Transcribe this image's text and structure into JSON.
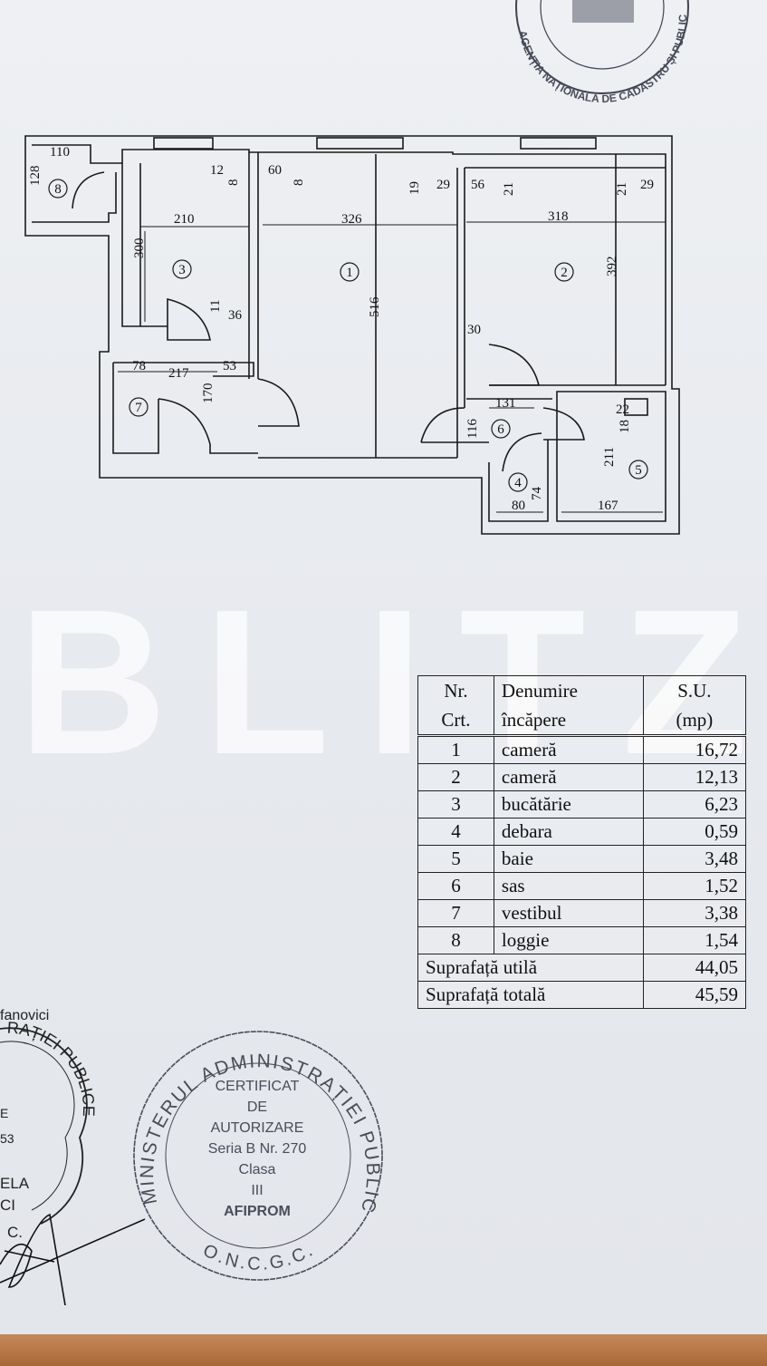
{
  "watermark": "BLITZ",
  "plan": {
    "rooms": [
      {
        "label": "1"
      },
      {
        "label": "2"
      },
      {
        "label": "3"
      },
      {
        "label": "4"
      },
      {
        "label": "5"
      },
      {
        "label": "6"
      },
      {
        "label": "7"
      },
      {
        "label": "8"
      }
    ],
    "dimensions": [
      "110",
      "128",
      "12",
      "8",
      "60",
      "8",
      "19",
      "29",
      "56",
      "21",
      "21",
      "29",
      "210",
      "326",
      "318",
      "300",
      "516",
      "392",
      "11",
      "36",
      "30",
      "78",
      "217",
      "53",
      "131",
      "22",
      "18",
      "170",
      "116",
      "211",
      "80",
      "74",
      "167"
    ]
  },
  "table": {
    "headers": {
      "nr_line1": "Nr.",
      "nr_line2": "Crt.",
      "name_line1": "Denumire",
      "name_line2": "încăpere",
      "su_line1": "S.U.",
      "su_line2": "(mp)"
    },
    "rows": [
      {
        "nr": "1",
        "name": "cameră",
        "su": "16,72"
      },
      {
        "nr": "2",
        "name": "cameră",
        "su": "12,13"
      },
      {
        "nr": "3",
        "name": "bucătărie",
        "su": "6,23"
      },
      {
        "nr": "4",
        "name": "debara",
        "su": "0,59"
      },
      {
        "nr": "5",
        "name": "baie",
        "su": "3,48"
      },
      {
        "nr": "6",
        "name": "sas",
        "su": "1,52"
      },
      {
        "nr": "7",
        "name": "vestibul",
        "su": "3,38"
      },
      {
        "nr": "8",
        "name": "loggie",
        "su": "1,54"
      }
    ],
    "useful_label": "Suprafață utilă",
    "useful_value": "44,05",
    "total_label": "Suprafață totală",
    "total_value": "45,59"
  },
  "stamp": {
    "ring_top": "MINISTERUL ADMINISTRAȚIEI PUBLICE",
    "ring_bottom": "O.N.C.G.C.",
    "line1": "CERTIFICAT",
    "line2": "DE",
    "line3": "AUTORIZARE",
    "line4": "Seria B  Nr. 270",
    "line5": "Clasa",
    "line6": "III",
    "line7": "AFIPROM"
  },
  "top_stamp_text": "AGENȚIA NAȚIONALĂ DE CADASTRU ȘI PUBLICITATE IMOBILIARĂ",
  "left_fragments": {
    "name": "fanovici",
    "ring": "RAȚIEI PUBLICE",
    "e": "E",
    "num": "53",
    "ela": "ELA",
    "ci": "CI",
    "c": "C."
  },
  "colors": {
    "paper": "#e9ecef",
    "ink": "#111111",
    "stamp_ink": "#4a4d58",
    "floor": "#b77545"
  }
}
